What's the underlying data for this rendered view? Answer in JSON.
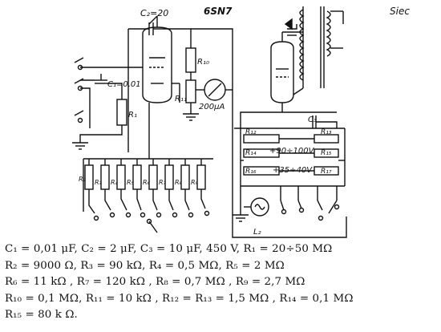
{
  "schematic": {
    "tube_label": "6SN7",
    "c2_label": "C₂=20",
    "c1_label": "C₁=0.01",
    "r1_label": "R₁",
    "r10_label": "R₁₀",
    "r11_label": "R₁₁",
    "meter_label": "200μA",
    "mains_label": "Siec",
    "c3_label": "C₃",
    "r12_label": "R₁₂",
    "r13_label": "R₁₃",
    "r14_label": "R₁₄",
    "r15_label": "R₁₅",
    "r16_label": "R₁₆",
    "r17_label": "R₁₇",
    "voltage_high_label": "+90÷100V",
    "voltage_low_label": "+35÷40V",
    "l2_label": "L₂",
    "divider_labels": [
      "R₂",
      "R₃",
      "R₄",
      "R₅",
      "R₆",
      "R₇",
      "R₈",
      "R₉"
    ]
  },
  "legend": {
    "lines": [
      "C₁ = 0,01 μF, C₂ = 2 μF, C₃ = 10 μF,   450 V, R₁ = 20÷50 MΩ",
      "R₂  =  9000 Ω,  R₃  =  90 kΩ,  R₄  =  0,5 MΩ,  R₅  =  2 MΩ",
      "R₆  =  11 kΩ  , R₇  =  120 kΩ , R₈  =  0,7 MΩ , R₉  =  2,7 MΩ",
      "R₁₀ = 0,1 MΩ,  R₁₁ = 10 kΩ , R₁₂ = R₁₃ = 1,5 MΩ , R₁₄ = 0,1 MΩ",
      "R₁₅ = 80 k Ω."
    ]
  }
}
